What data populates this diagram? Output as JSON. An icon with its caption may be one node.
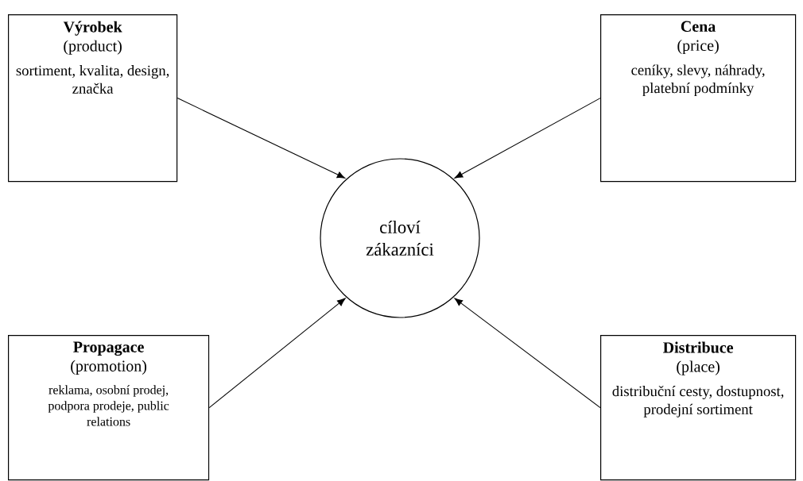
{
  "diagram": {
    "nodes": [
      {
        "text": [
          "Výrobek",
          "(product)",
          "sortiment, kvalita, design, značka"
        ]
      },
      {
        "text": [
          "Cena",
          "(price)",
          "ceníky, slevy, náhrady, platební podmínky"
        ]
      },
      {
        "text": [
          "cíloví zákazníci"
        ]
      },
      {
        "text": [
          "Propagace",
          "(promotion)",
          "reklama, osobní prodej, podpora prodeje, public relations"
        ]
      },
      {
        "text": [
          "Distribuce",
          "(place)",
          "distribuční cesty, dostupnost, prodejní sortiment"
        ]
      }
    ],
    "edges": [
      {
        "from": 0,
        "to": 2,
        "arrow": "to"
      },
      {
        "from": 1,
        "to": 2,
        "arrow": "to"
      },
      {
        "from": 3,
        "to": 2,
        "arrow": "to"
      },
      {
        "from": 4,
        "to": 2,
        "arrow": "to"
      }
    ]
  }
}
